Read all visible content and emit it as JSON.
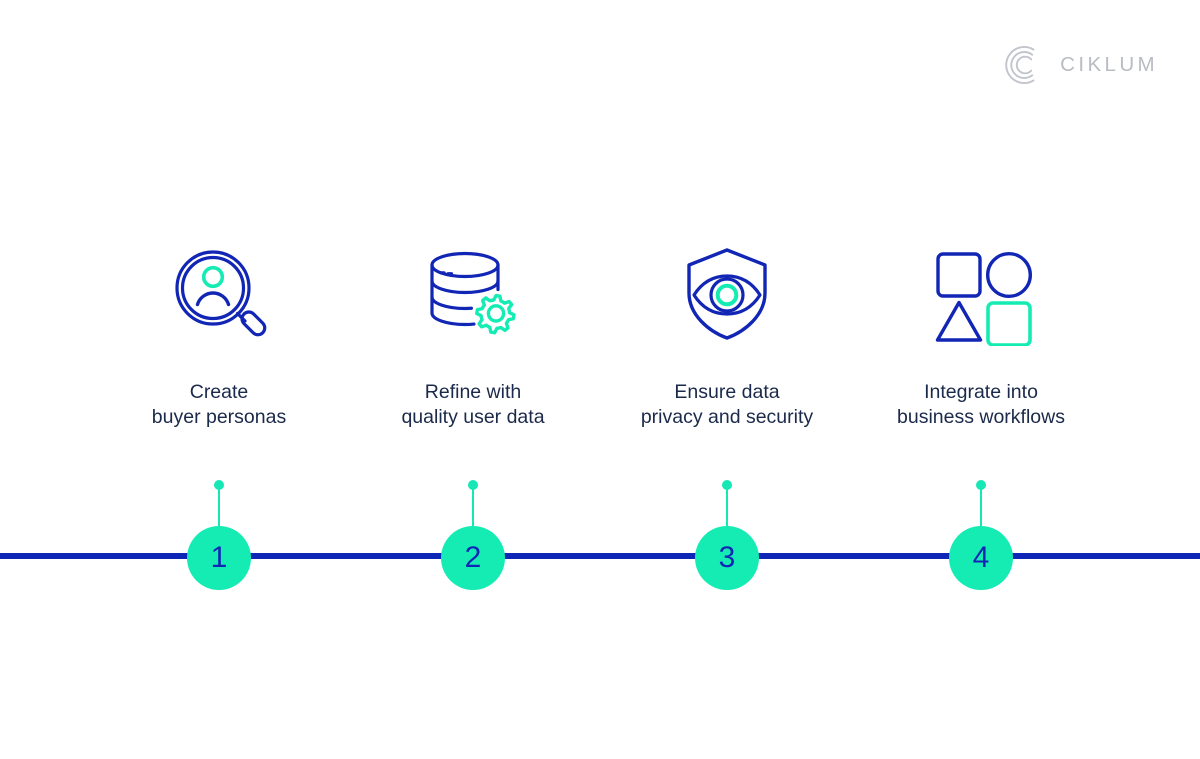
{
  "brand": {
    "name": "CIKLUM",
    "mark": "ciklum-c-logo",
    "logo_color": "#b9bcc2"
  },
  "colors": {
    "primary_blue": "#1226b5",
    "line_blue": "#0d26b5",
    "accent_green": "#14ecb4",
    "text_navy": "#1b2a4a",
    "background": "#ffffff"
  },
  "timeline": {
    "line_color": "#0d26b5",
    "steps": [
      {
        "number": "1",
        "icon": "magnifier-person-icon",
        "label_line1": "Create",
        "label_line2": "buyer personas"
      },
      {
        "number": "2",
        "icon": "database-gear-icon",
        "label_line1": "Refine with",
        "label_line2": "quality user data"
      },
      {
        "number": "3",
        "icon": "shield-eye-icon",
        "label_line1": "Ensure data",
        "label_line2": "privacy and security"
      },
      {
        "number": "4",
        "icon": "shapes-grid-icon",
        "label_line1": "Integrate into",
        "label_line2": "business workflows"
      }
    ]
  }
}
